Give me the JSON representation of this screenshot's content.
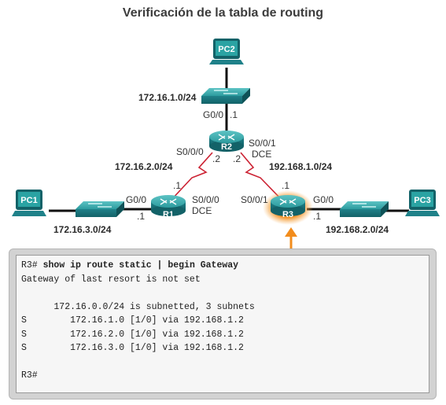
{
  "title": "Verificación de la tabla de routing",
  "devices": {
    "pc1": "PC1",
    "pc2": "PC2",
    "pc3": "PC3",
    "r1": "R1",
    "r2": "R2",
    "r3": "R3"
  },
  "networks": {
    "lan_r2": "172.16.1.0/24",
    "r1_r2": "172.16.2.0/24",
    "lan_r1": "172.16.3.0/24",
    "r2_r3": "192.168.1.0/24",
    "lan_r3": "192.168.2.0/24"
  },
  "interfaces": {
    "r2_g00": "G0/0",
    "r2_g00_host": ".1",
    "r2_s000": "S0/0/0",
    "r2_s000_host": ".2",
    "r2_s001": "S0/0/1",
    "r2_s001_dce": "DCE",
    "r2_s001_host": ".2",
    "r1_g00": "G0/0",
    "r1_g00_host": ".1",
    "r1_s000": "S0/0/0",
    "r1_s000_dce": "DCE",
    "r1_s000_host": ".1",
    "r3_s001": "S0/0/1",
    "r3_s001_host": ".1",
    "r3_g00": "G0/0",
    "r3_g00_host": ".1"
  },
  "terminal": {
    "lines": [
      {
        "prompt": "R3# ",
        "command": "show ip route static | begin Gateway"
      },
      {
        "text": "Gateway of last resort is not set"
      },
      {
        "text": ""
      },
      {
        "text": "      172.16.0.0/24 is subnetted, 3 subnets"
      },
      {
        "text": "S        172.16.1.0 [1/0] via 192.168.1.2"
      },
      {
        "text": "S        172.16.2.0 [1/0] via 192.168.1.2"
      },
      {
        "text": "S        172.16.3.0 [1/0] via 192.168.1.2"
      },
      {
        "text": ""
      },
      {
        "text": "R3#"
      }
    ]
  },
  "colors": {
    "router": "#1f8d93",
    "switch": "#27a39e",
    "serial_link": "#cc2233",
    "highlight": "#f28c1c",
    "arrow": "#f28c1c"
  },
  "icons": [
    "router-icon",
    "switch-icon",
    "pc-icon",
    "arrow-up-icon"
  ]
}
